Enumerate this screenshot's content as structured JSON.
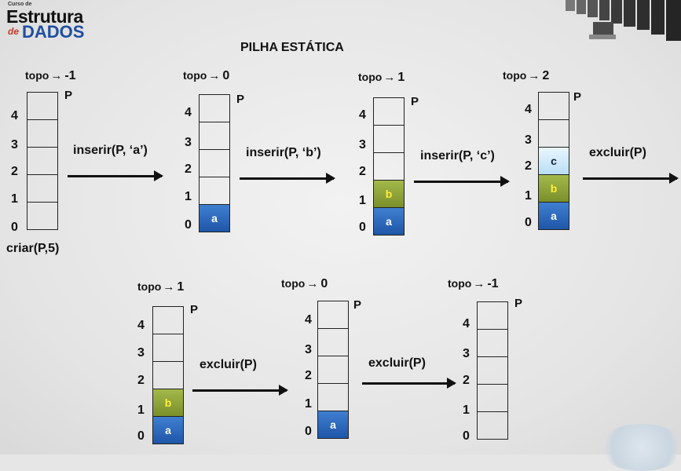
{
  "logo": {
    "small": "Curso de",
    "line1": "Estrutura",
    "de": "de",
    "line2": "DADOS"
  },
  "title": "PILHA ESTÁTICA",
  "stack_label": "P",
  "topo_word": "topo",
  "arrow_glyph": "→",
  "create_call": "criar(P,5)",
  "row_indices": [
    "4",
    "3",
    "2",
    "1",
    "0"
  ],
  "stacks": [
    {
      "topo": "-1",
      "cells": [
        "",
        "",
        "",
        "",
        ""
      ],
      "fills": [
        "",
        "",
        "",
        "",
        ""
      ]
    },
    {
      "topo": "0",
      "cells": [
        "",
        "",
        "",
        "",
        "a"
      ],
      "fills": [
        "",
        "",
        "",
        "",
        "a"
      ]
    },
    {
      "topo": "1",
      "cells": [
        "",
        "",
        "",
        "b",
        "a"
      ],
      "fills": [
        "",
        "",
        "",
        "b",
        "a"
      ]
    },
    {
      "topo": "2",
      "cells": [
        "",
        "",
        "c",
        "b",
        "a"
      ],
      "fills": [
        "",
        "",
        "c",
        "b",
        "a"
      ]
    },
    {
      "topo": "1",
      "cells": [
        "",
        "",
        "",
        "b",
        "a"
      ],
      "fills": [
        "",
        "",
        "",
        "b",
        "a"
      ]
    },
    {
      "topo": "0",
      "cells": [
        "",
        "",
        "",
        "",
        "a"
      ],
      "fills": [
        "",
        "",
        "",
        "",
        "a"
      ]
    },
    {
      "topo": "-1",
      "cells": [
        "",
        "",
        "",
        "",
        ""
      ],
      "fills": [
        "",
        "",
        "",
        "",
        ""
      ]
    }
  ],
  "operations": [
    "inserir(P, ‘a’)",
    "inserir(P, ‘b’)",
    "inserir(P, ‘c’)",
    "excluir(P)",
    "excluir(P)",
    "excluir(P)"
  ],
  "colors": {
    "a": "#2a64b8",
    "b": "#8fa33a",
    "c": "#d6ecfa",
    "b_text": "#ffef3a"
  }
}
